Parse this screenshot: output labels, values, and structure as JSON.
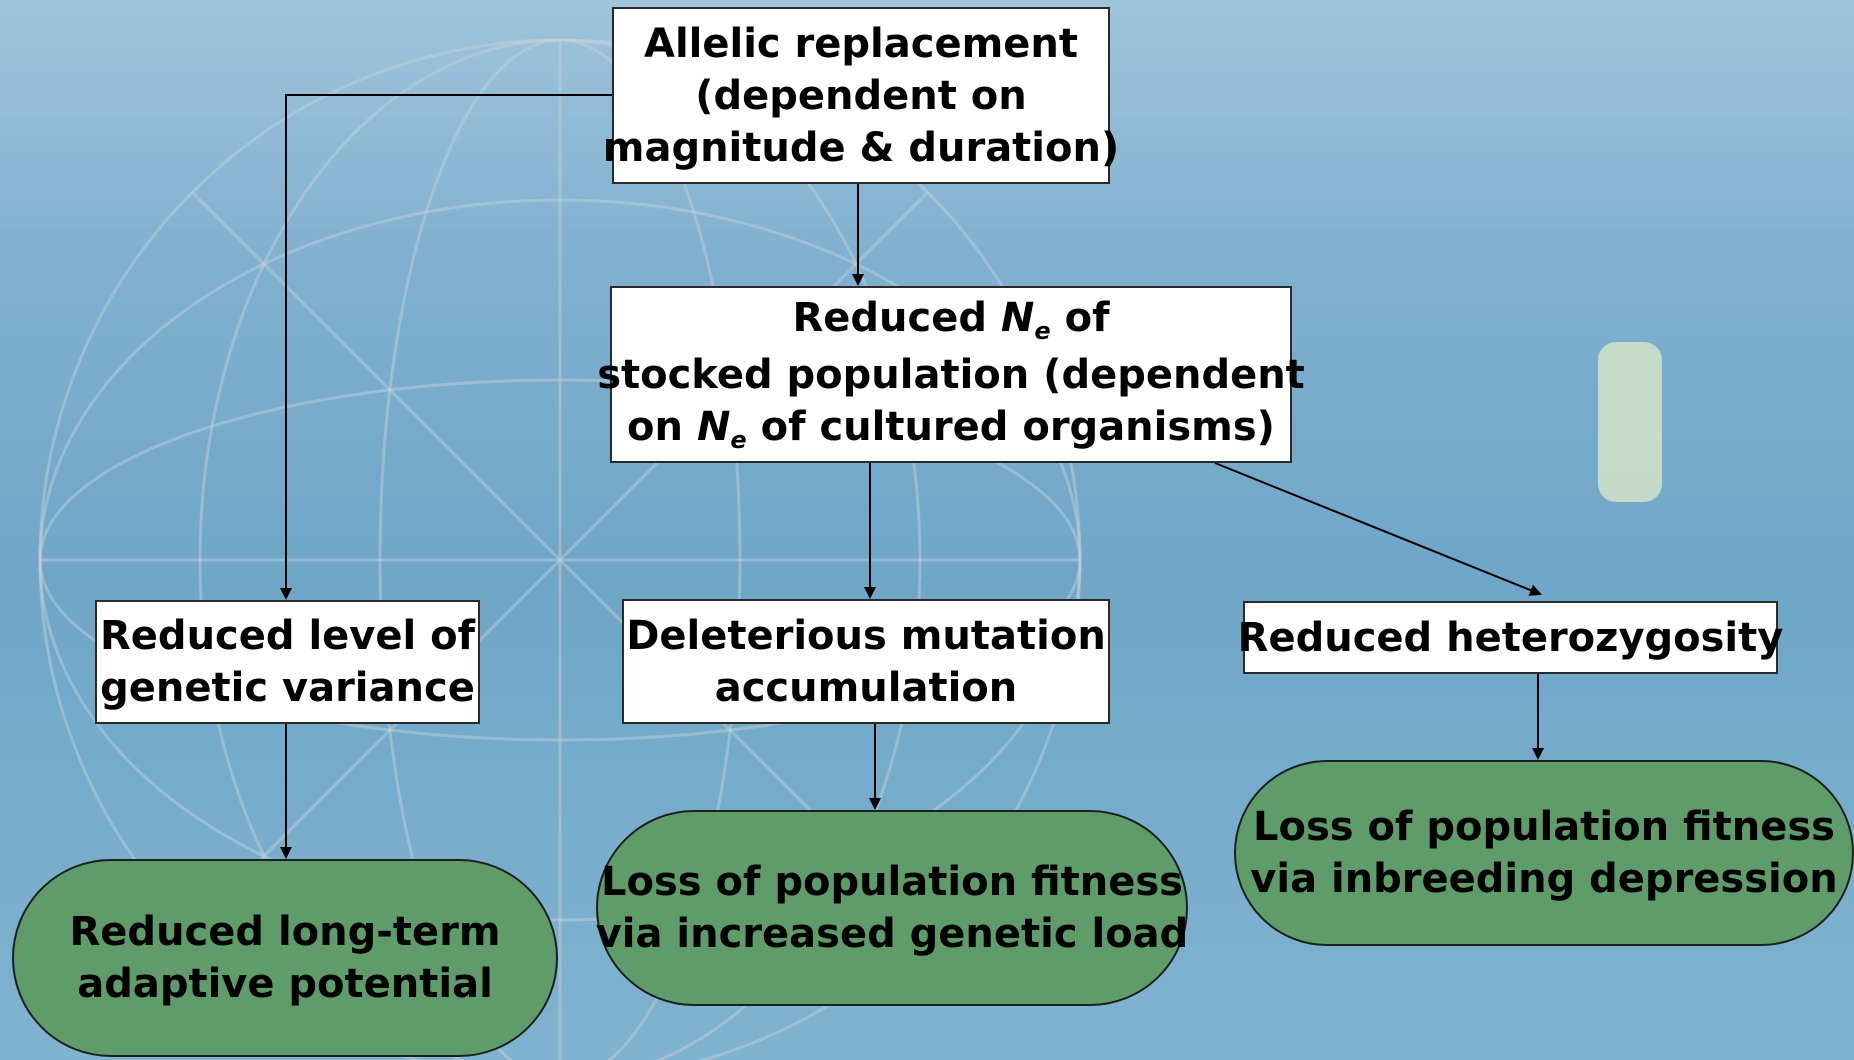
{
  "colors": {
    "box_fill": "#ffffff",
    "box_border": "#2a2a2a",
    "outcome_fill": "#5e9c6a",
    "arrow": "#000000",
    "background": "#7fb0cf"
  },
  "nodes": {
    "allelic": {
      "lines": [
        "Allelic replacement",
        "(dependent on",
        "magnitude & duration)"
      ]
    },
    "reduced_ne": {
      "line1_pre": "Reduced ",
      "line1_ne": "N",
      "line1_ne_sub": "e",
      "line1_post": " of",
      "line2": "stocked population (dependent",
      "line3_pre": "on ",
      "line3_ne": "N",
      "line3_ne_sub": "e",
      "line3_post": " of cultured organisms)"
    },
    "genetic_variance": {
      "lines": [
        "Reduced level of",
        "genetic variance"
      ]
    },
    "mutation": {
      "lines": [
        "Deleterious mutation",
        "accumulation"
      ]
    },
    "heterozygosity": {
      "lines": [
        "Reduced heterozygosity"
      ]
    },
    "adaptive": {
      "lines": [
        "Reduced long-term",
        "adaptive potential"
      ]
    },
    "genetic_load": {
      "lines": [
        "Loss of population fitness",
        "via increased genetic load"
      ]
    },
    "inbreeding": {
      "lines": [
        "Loss of population fitness",
        "via inbreeding depression"
      ]
    }
  }
}
